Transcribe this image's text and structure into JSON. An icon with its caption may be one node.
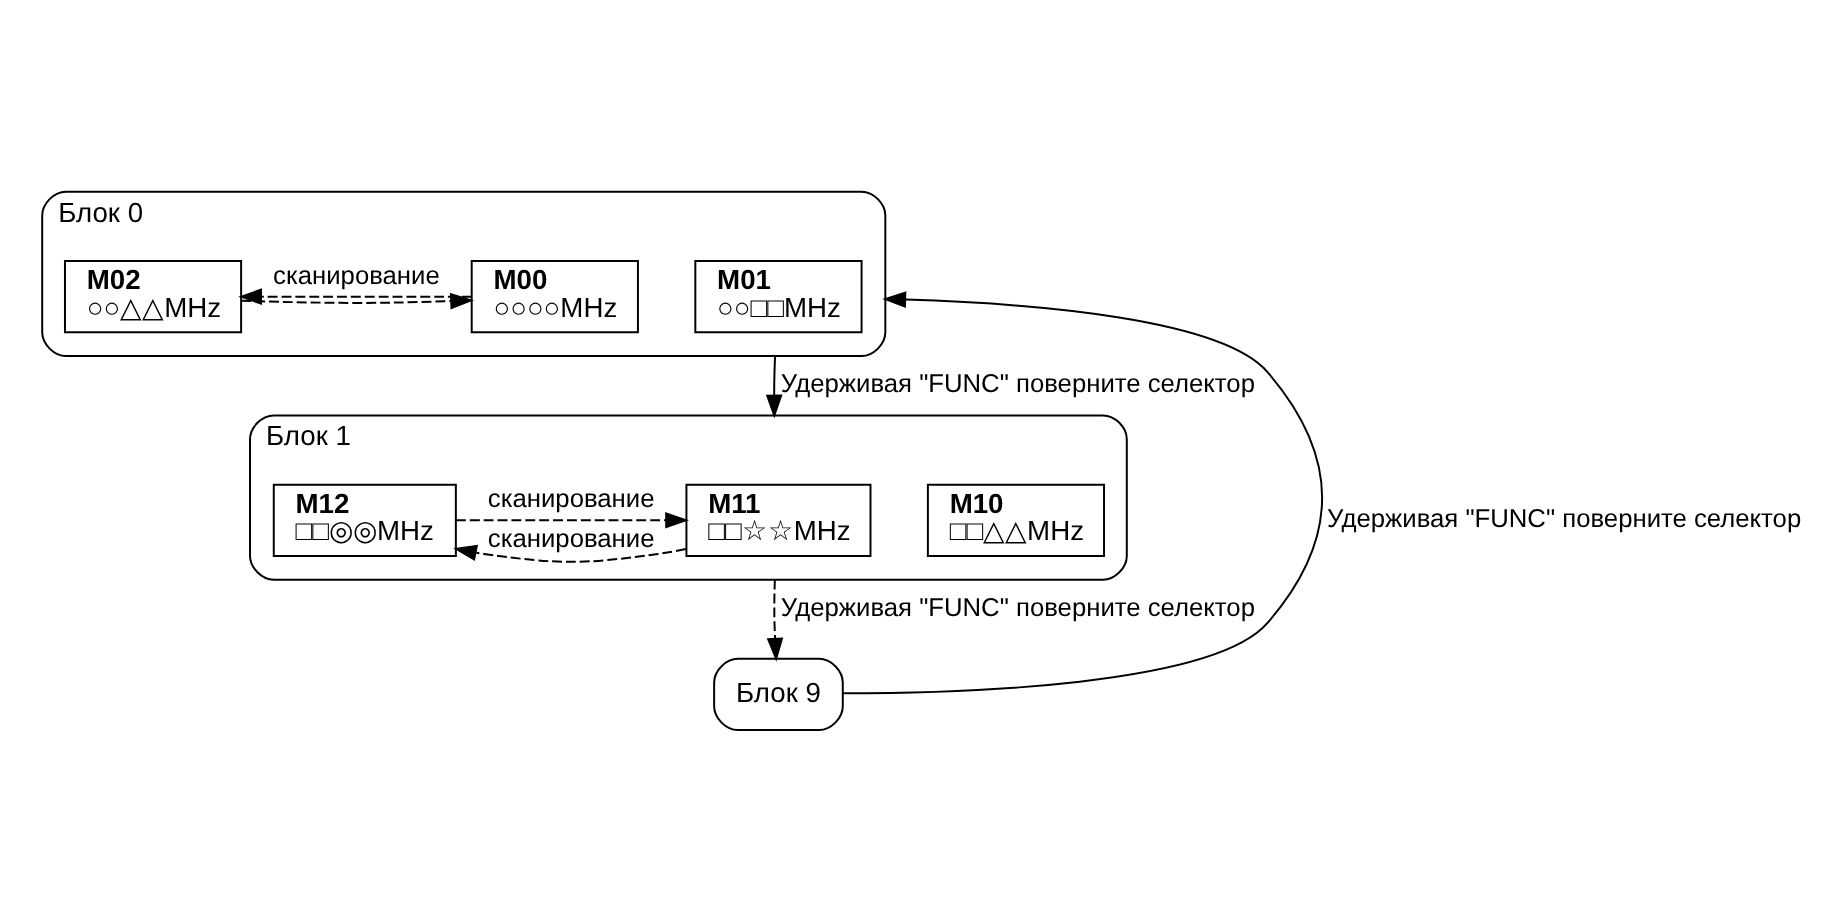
{
  "diagram": {
    "nodes": [
      {
        "text": [
          "Блок 0"
        ]
      },
      {
        "text": [
          "M00",
          "○○○○MHz"
        ],
        "in": 0
      },
      {
        "text": [
          "M01",
          "○○□□MHz"
        ],
        "in": 0
      },
      {
        "text": [
          "M02",
          "○○△△MHz"
        ],
        "in": 0
      },
      {
        "text": [
          "Блок 1"
        ]
      },
      {
        "text": [
          "M10",
          "□□△△MHz"
        ],
        "in": 4
      },
      {
        "text": [
          "M11",
          "□□☆☆MHz"
        ],
        "in": 4
      },
      {
        "text": [
          "M12",
          "□□◎◎MHz"
        ],
        "in": 4
      },
      {
        "text": [
          "Блок 9"
        ]
      }
    ],
    "edges": [
      {
        "from": 1,
        "to": 3,
        "arrow": "to",
        "style": "dashed",
        "label": "сканирование"
      },
      {
        "from": 3,
        "to": 1,
        "arrow": "to",
        "style": "dashed"
      },
      {
        "from": 7,
        "to": 6,
        "arrow": "to",
        "style": "dashed",
        "label": "сканирование"
      },
      {
        "from": 6,
        "to": 7,
        "arrow": "to",
        "style": "dashed",
        "label": "сканирование"
      },
      {
        "from": 0,
        "to": 4,
        "arrow": "to",
        "label": "Удерживая \"FUNC\" поверните селектор"
      },
      {
        "from": 4,
        "to": 8,
        "arrow": "to",
        "style": "dashed",
        "label": "Удерживая \"FUNC\" поверните селектор"
      },
      {
        "from": 8,
        "to": 0,
        "arrow": "to",
        "label": "Удерживая \"FUNC\" поверните селектор"
      }
    ]
  }
}
